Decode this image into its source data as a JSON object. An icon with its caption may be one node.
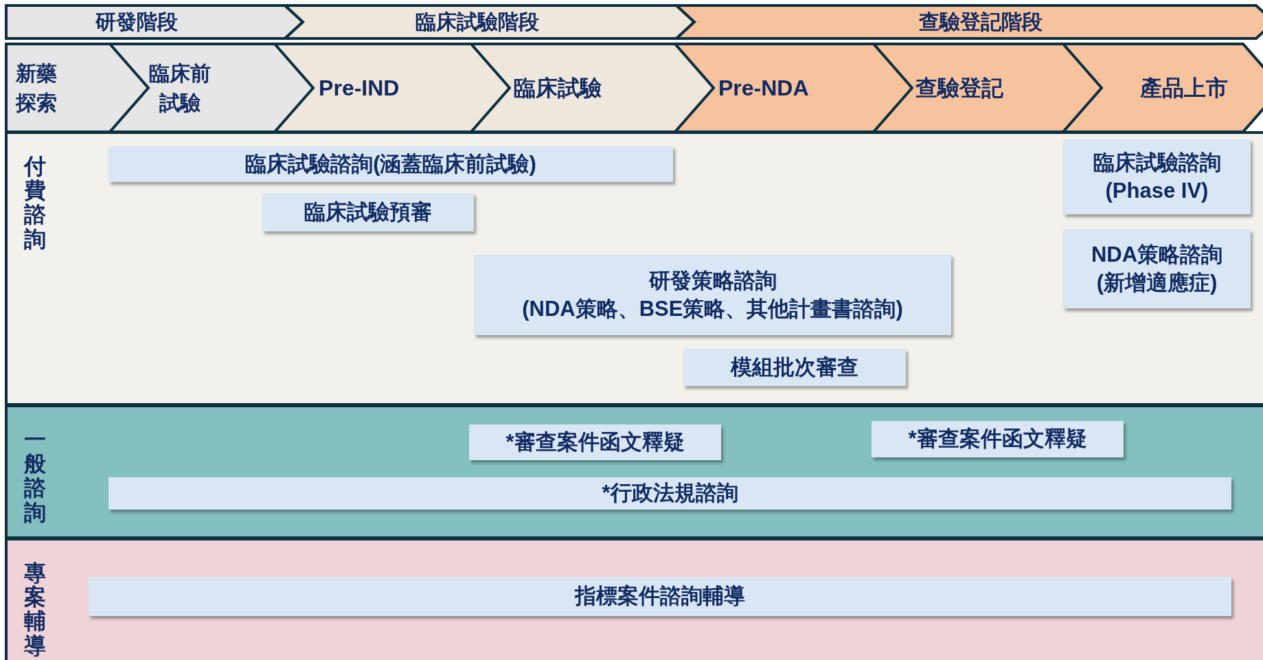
{
  "diagram": {
    "nodes": [
      {
        "text": [
          "研發階段"
        ]
      },
      {
        "text": [
          "臨床試驗階段"
        ]
      },
      {
        "text": [
          "查驗登記階段"
        ]
      },
      {
        "text": [
          "新藥探索"
        ]
      },
      {
        "text": [
          "臨床前試驗"
        ]
      },
      {
        "text": [
          "Pre-IND"
        ]
      },
      {
        "text": [
          "臨床試驗"
        ]
      },
      {
        "text": [
          "Pre-NDA"
        ]
      },
      {
        "text": [
          "查驗登記"
        ]
      },
      {
        "text": [
          "產品上市"
        ]
      },
      {
        "text": [
          "付費諮詢"
        ]
      },
      {
        "text": [
          "臨床試驗諮詢(涵蓋臨床前試驗)"
        ],
        "in": 10
      },
      {
        "text": [
          "臨床試驗預審"
        ],
        "in": 10
      },
      {
        "text": [
          "研發策略諮詢",
          "(NDA策略、BSE策略、其他計畫書諮詢)"
        ],
        "in": 10
      },
      {
        "text": [
          "模組批次審查"
        ],
        "in": 10
      },
      {
        "text": [
          "臨床試驗諮詢",
          "(Phase IV)"
        ],
        "in": 10
      },
      {
        "text": [
          "NDA策略諮詢",
          "(新增適應症)"
        ],
        "in": 10
      },
      {
        "text": [
          "一般諮詢"
        ]
      },
      {
        "text": [
          "*審查案件函文釋疑"
        ],
        "in": 17
      },
      {
        "text": [
          "*審查案件函文釋疑"
        ],
        "in": 17
      },
      {
        "text": [
          "*行政法規諮詢"
        ],
        "in": 17
      },
      {
        "text": [
          "專案輔導"
        ]
      },
      {
        "text": [
          "指標案件諮詢輔導"
        ],
        "in": 21
      }
    ]
  }
}
